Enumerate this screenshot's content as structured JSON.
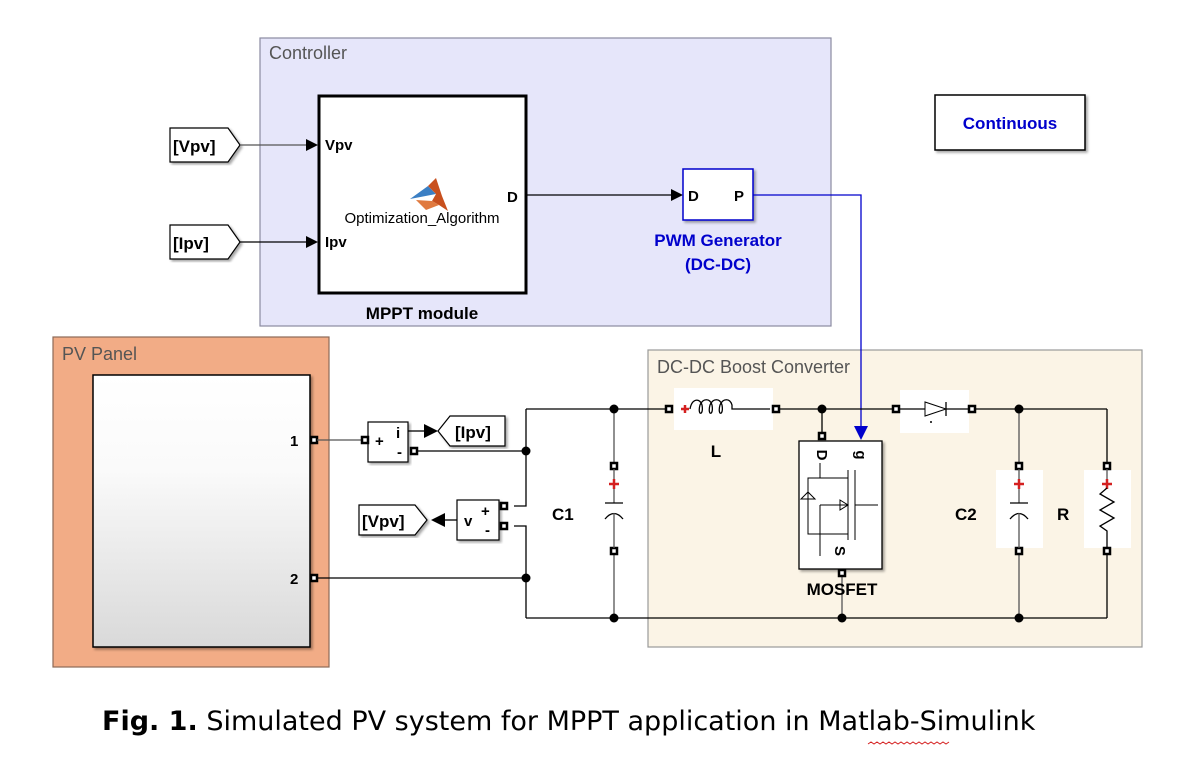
{
  "areas": {
    "controller": {
      "title": "Controller",
      "color": "#e6e6fa"
    },
    "pv_panel": {
      "title": "PV Panel",
      "color": "#f2ac86"
    },
    "boost": {
      "title": "DC-DC Boost Converter",
      "color": "#fbf4e6"
    }
  },
  "mppt": {
    "name": "MPPT module",
    "function_name": "Optimization_Algorithm",
    "inputs": [
      "Vpv",
      "Ipv"
    ],
    "output": "D",
    "icon": "matlab-logo-icon"
  },
  "from_tags": {
    "vpv": "[Vpv]",
    "ipv": "[Ipv]"
  },
  "goto_tags": {
    "ipv": "[Ipv]",
    "vpv": "[Vpv]"
  },
  "pwm": {
    "name_line1": "PWM Generator",
    "name_line2": "(DC-DC)",
    "in_port": "D",
    "out_port": "P",
    "color": "#0000cc"
  },
  "continuous": {
    "label": "Continuous",
    "color": "#0000cc"
  },
  "pv_ports": [
    "1",
    "2"
  ],
  "current_sensor": {
    "plus": "+",
    "label": "i",
    "minus": "-"
  },
  "voltage_sensor": {
    "label": "v",
    "plus": "+",
    "minus": "-"
  },
  "components": {
    "c1": "C1",
    "inductor": "L",
    "mosfet": {
      "name": "MOSFET",
      "drain": "D",
      "gate": "g",
      "source": "S"
    },
    "c2": "C2",
    "r": "R"
  },
  "caption": {
    "prefix": "Fig. 1.",
    "text": " Simulated PV system for MPPT application in ",
    "underlined": "Matlab",
    "suffix": "-Simulink"
  }
}
